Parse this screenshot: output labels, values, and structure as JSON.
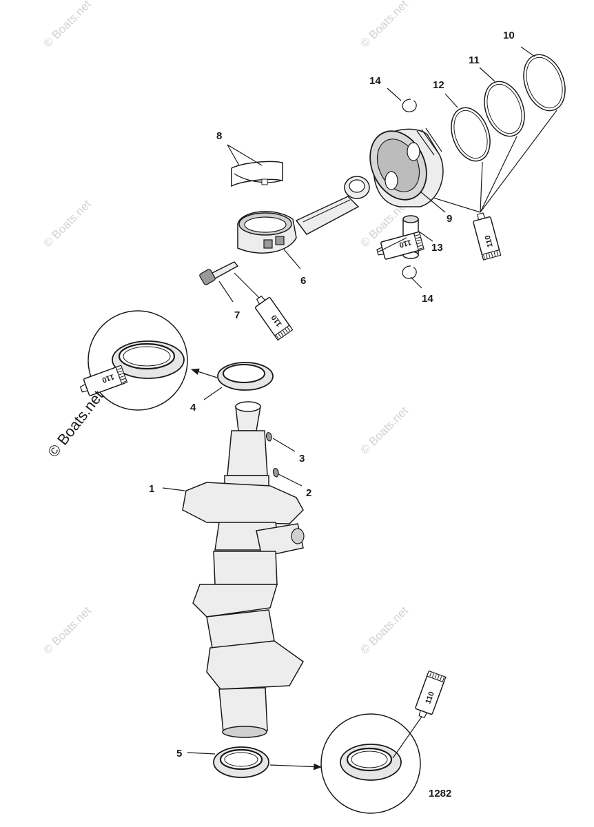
{
  "diagram": {
    "figure_number": "1282",
    "copyright": "© Boats.net",
    "watermark_text": "© Boats.net",
    "sealant_label": "110",
    "callouts": [
      {
        "id": "c1",
        "label": "1"
      },
      {
        "id": "c2",
        "label": "2"
      },
      {
        "id": "c3",
        "label": "3"
      },
      {
        "id": "c4",
        "label": "4"
      },
      {
        "id": "c5",
        "label": "5"
      },
      {
        "id": "c6",
        "label": "6"
      },
      {
        "id": "c7",
        "label": "7"
      },
      {
        "id": "c8",
        "label": "8"
      },
      {
        "id": "c9",
        "label": "9"
      },
      {
        "id": "c10",
        "label": "10"
      },
      {
        "id": "c11",
        "label": "11"
      },
      {
        "id": "c12",
        "label": "12"
      },
      {
        "id": "c13",
        "label": "13"
      },
      {
        "id": "c14a",
        "label": "14"
      },
      {
        "id": "c14b",
        "label": "14"
      }
    ]
  }
}
